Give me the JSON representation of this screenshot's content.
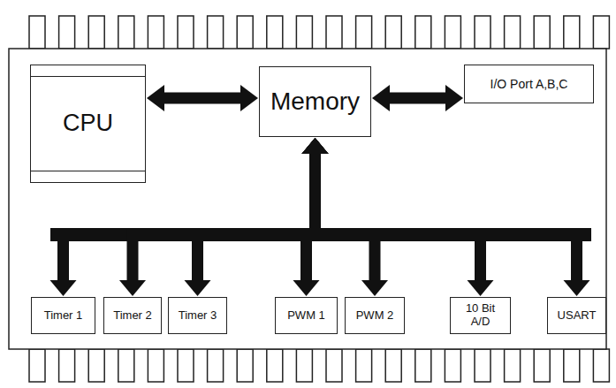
{
  "diagram": {
    "nodes": [
      {
        "text": [
          "CPU"
        ]
      },
      {
        "text": [
          "Memory"
        ]
      },
      {
        "text": [
          "I/O Port A,B,C"
        ]
      },
      {
        "text": [
          "Timer 1"
        ]
      },
      {
        "text": [
          "Timer 2"
        ]
      },
      {
        "text": [
          "Timer 3"
        ]
      },
      {
        "text": [
          "PWM 1"
        ]
      },
      {
        "text": [
          "PWM 2"
        ]
      },
      {
        "text": [
          "10 Bit A/D"
        ]
      },
      {
        "text": [
          "USART"
        ]
      }
    ],
    "edges": [
      {
        "from": 0,
        "to": 1,
        "arrow": "both"
      },
      {
        "from": 1,
        "to": 2,
        "arrow": "both"
      },
      {
        "from": 1,
        "to": 3,
        "arrow": "both"
      },
      {
        "from": 1,
        "to": 4,
        "arrow": "both"
      },
      {
        "from": 1,
        "to": 5,
        "arrow": "both"
      },
      {
        "from": 1,
        "to": 6,
        "arrow": "both"
      },
      {
        "from": 1,
        "to": 7,
        "arrow": "both"
      },
      {
        "from": 1,
        "to": 8,
        "arrow": "both"
      },
      {
        "from": 1,
        "to": 9,
        "arrow": "both"
      }
    ]
  }
}
